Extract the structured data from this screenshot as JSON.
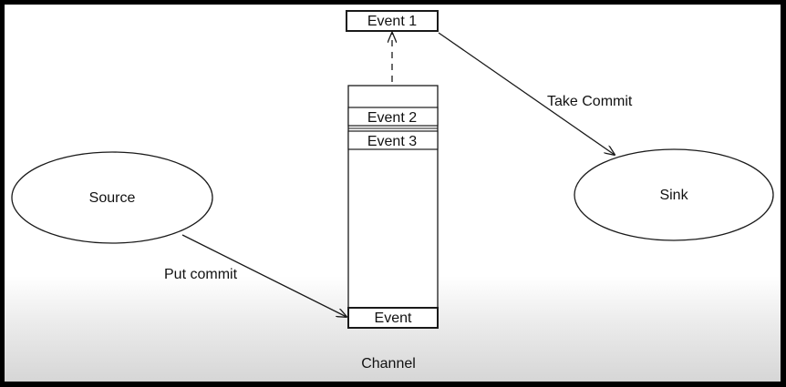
{
  "diagram": {
    "source": {
      "label": "Source"
    },
    "sink": {
      "label": "Sink"
    },
    "channel": {
      "label": "Channel",
      "events": [
        "Event 2",
        "Event 3"
      ],
      "bottom_event": "Event"
    },
    "taken_event": {
      "label": "Event 1"
    },
    "edges": {
      "put": {
        "label": "Put commit"
      },
      "take": {
        "label": "Take Commit"
      },
      "dequeue": {
        "style": "dashed"
      }
    },
    "colors": {
      "frame": "#000000",
      "background_top": "#ffffff",
      "background_bottom": "#d6d6d6",
      "stroke": "#1a1a1a"
    }
  }
}
